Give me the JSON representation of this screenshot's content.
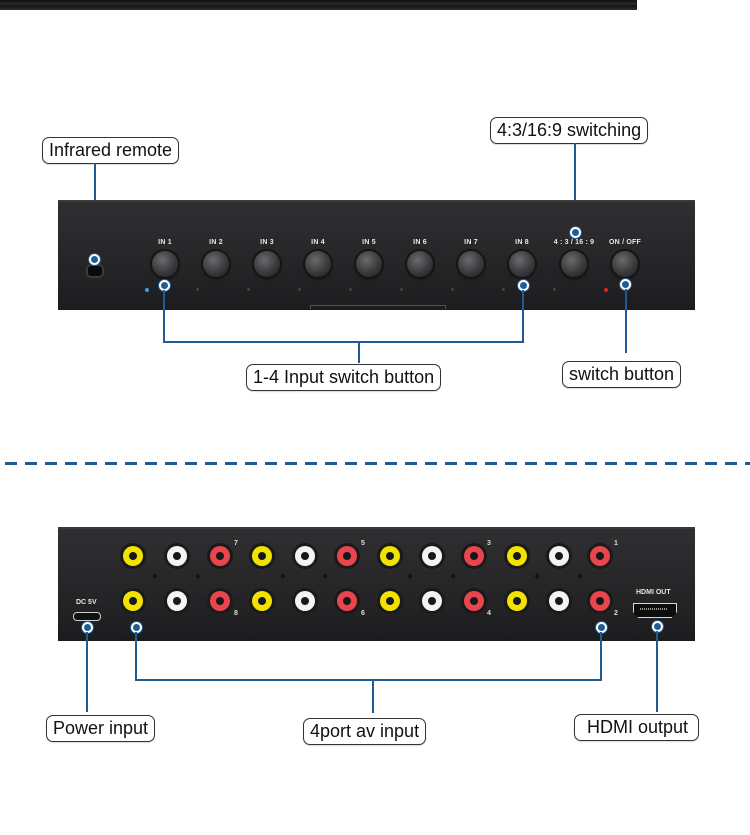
{
  "accent_color": "#1f5c94",
  "front_panel": {
    "callouts": {
      "infrared": "Infrared remote",
      "aspect": "4:3/16:9 switching",
      "input_switch": "1-4 Input switch button",
      "power_switch": "switch button"
    },
    "buttons": [
      {
        "label": "IN 1"
      },
      {
        "label": "IN 2"
      },
      {
        "label": "IN 3"
      },
      {
        "label": "IN 4"
      },
      {
        "label": "IN 5"
      },
      {
        "label": "IN 6"
      },
      {
        "label": "IN 7"
      },
      {
        "label": "IN 8"
      },
      {
        "label": "4 : 3 / 16 : 9"
      },
      {
        "label": "ON / OFF"
      }
    ],
    "leds": {
      "active_input_color": "#3aa0e0",
      "power_color": "#e02020"
    }
  },
  "rear_panel": {
    "callouts": {
      "power": "Power input",
      "av": "4port av input",
      "hdmi": "HDMI output"
    },
    "dc_label": "DC 5V",
    "hdmi_label": "HDMI OUT",
    "port_numbers": [
      "7",
      "8",
      "5",
      "6",
      "3",
      "4",
      "1",
      "2"
    ],
    "rca_colors": {
      "video": "#f2e200",
      "audio_left": "#f4f4f4",
      "audio_right": "#e8454f"
    }
  }
}
